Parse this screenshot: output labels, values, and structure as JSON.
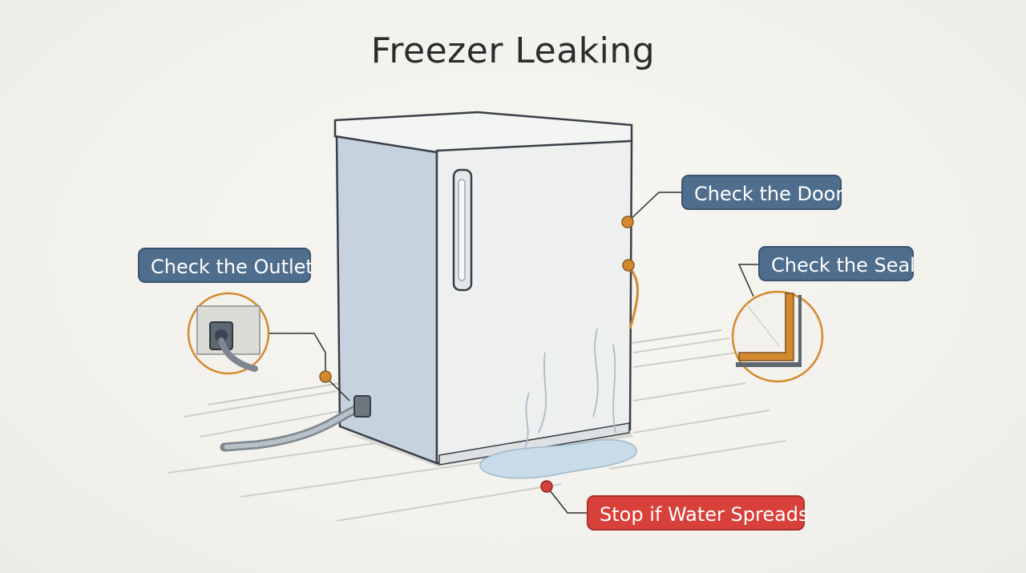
{
  "title": "Freezer Leaking",
  "callouts": {
    "outlet": "Check the Outlet",
    "door": "Check the Door",
    "seal": "Check the Seal",
    "water": "Stop if Water Spreads"
  },
  "colors": {
    "callout_blue": "#4f6d8c",
    "callout_red": "#d8403a",
    "marker_orange": "#d4892e",
    "marker_red": "#d8403a",
    "water": "#c7dbe8",
    "freezer_side": "#c6d3df",
    "freezer_front": "#eef0ef"
  },
  "icons": {
    "outlet_detail": "outlet-detail-icon",
    "seal_detail": "seal-detail-icon"
  }
}
